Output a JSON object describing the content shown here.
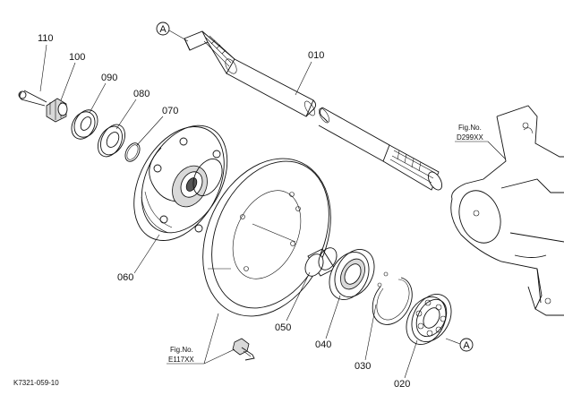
{
  "callouts": {
    "c010": "010",
    "c020": "020",
    "c030": "030",
    "c040": "040",
    "c050": "050",
    "c060": "060",
    "c070": "070",
    "c080": "080",
    "c090": "090",
    "c100": "100",
    "c110": "110"
  },
  "refs": {
    "fig_d299_title": "Fig.No.",
    "fig_d299_code": "D299XX",
    "fig_e117_title": "Fig.No.",
    "fig_e117_code": "E117XX"
  },
  "markers": {
    "a_top": "A",
    "a_bottom": "A"
  },
  "drawing_number": "K7321-059-10"
}
